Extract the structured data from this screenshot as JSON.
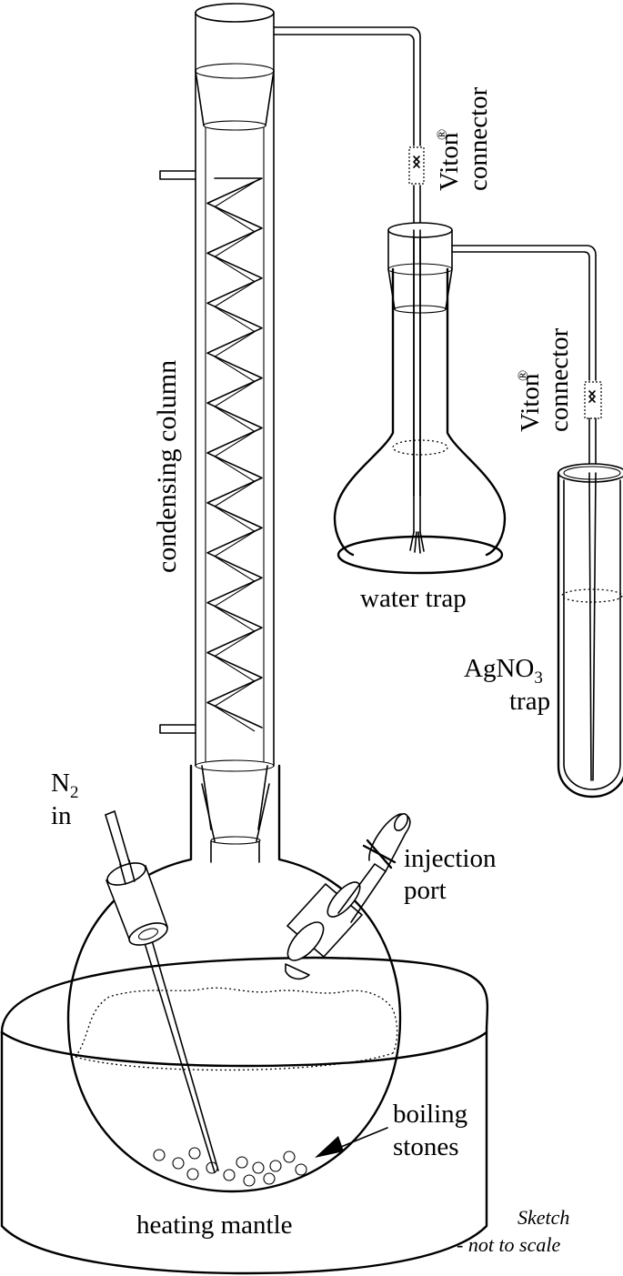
{
  "labels": {
    "condensing_column": "condensing column",
    "viton_top": "Viton",
    "viton_top_mark": "®",
    "connector_top": "connector",
    "viton_right": "Viton",
    "viton_right_mark": "®",
    "connector_right": "connector",
    "water_trap": "water trap",
    "agno3_main": "AgNO",
    "agno3_sub": "3",
    "agno3_trap": "trap",
    "n2_main": "N",
    "n2_sub": "2",
    "n2_in": "in",
    "injection": "injection",
    "port": "port",
    "boiling": "boiling",
    "stones": "stones",
    "heating_mantle": "heating mantle",
    "sketch": "Sketch",
    "not_to_scale": "- not to scale"
  },
  "colors": {
    "ink": "#000000",
    "paper": "#ffffff"
  }
}
